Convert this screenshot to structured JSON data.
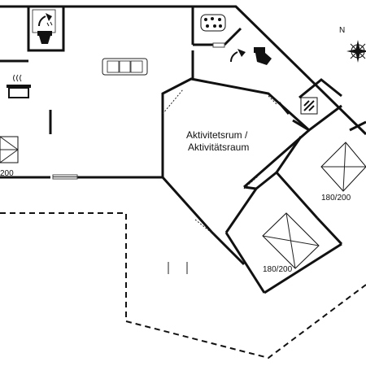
{
  "plan": {
    "rooms": {
      "activity_room": [
        "Aktivitetsrum /",
        "Aktivitätsraum"
      ],
      "bedroom_left_size": "200",
      "bedroom_mid_size": "180/200",
      "bedroom_right_size": "180/200"
    },
    "compass": {
      "north_letter": "N"
    },
    "icons": [
      "shower-icon",
      "toilet-icon",
      "sofa-icon",
      "cooking-pot-icon",
      "whirlpool-icon",
      "sauna-icon",
      "bed-icon",
      "compass-rose-icon"
    ]
  }
}
